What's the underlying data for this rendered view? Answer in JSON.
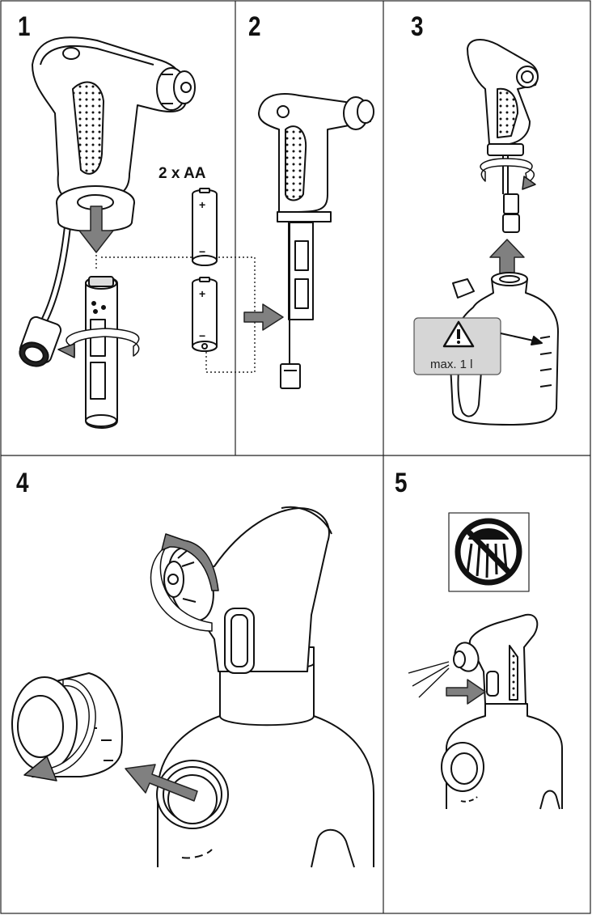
{
  "steps": [
    {
      "number": "1",
      "batteries_label": "2 x AA",
      "battery_plus": "+",
      "battery_minus": "−"
    },
    {
      "number": "2"
    },
    {
      "number": "3",
      "warning_text": "max. 1 l"
    },
    {
      "number": "4"
    },
    {
      "number": "5"
    }
  ],
  "colors": {
    "line": "#111111",
    "arrow_fill": "#808080",
    "arrow_stroke": "#222222",
    "warning_bg": "#d6d6d6",
    "prohibit": "#111111"
  },
  "icons": [
    "battery-icon",
    "warning-triangle-icon",
    "no-shower-prohibition-icon",
    "arrow-icon",
    "rotate-arrow-icon"
  ]
}
